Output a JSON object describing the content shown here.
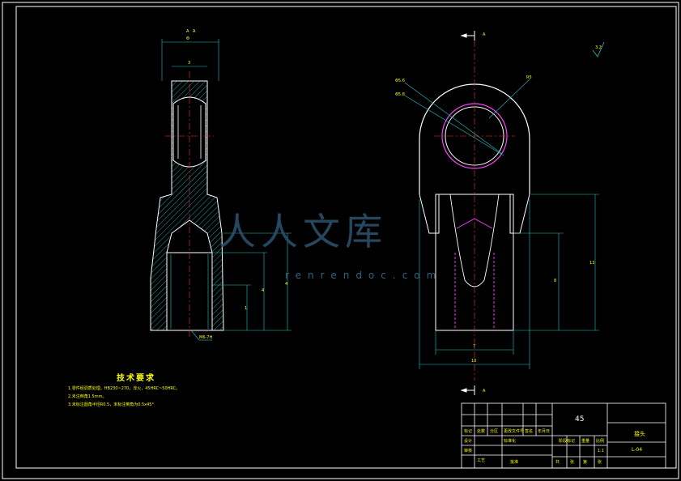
{
  "watermark": {
    "text": "人人文库",
    "url": "renrendoc.com"
  },
  "technical_requirements": {
    "title": "技术要求",
    "items": [
      "1.零件经调质处理，HB230~270，淬火，45HRC~50HRC。",
      "2.未注倒角1.5mm。",
      "3.未标注圆角半径R0.5，未标注倒角为0.5x45°"
    ]
  },
  "section_mark": {
    "letter": "A"
  },
  "roughness_symbol": "3.2",
  "dimensions": {
    "left_top": "Φ",
    "left_inner_top": "3",
    "left_side_a": "4",
    "left_side_b": "4",
    "left_side_c": "1",
    "thread": "M6-7H",
    "right_diam_outer": "Φ5.6",
    "right_diam_inner": "Φ5.8",
    "right_radius": "R5",
    "right_height_total": "13",
    "right_height_part": "8",
    "right_width_inner": "7",
    "right_width_outer": "10"
  },
  "title_block": {
    "material": "45",
    "part_name": "接头",
    "drawing_no": "L-04",
    "ratio": "1:1",
    "cells": [
      "标记",
      "处数",
      "分区",
      "更改文件号",
      "签名",
      "年月日",
      "设计",
      "标准化",
      "阶段标记",
      "重量",
      "比例",
      "审核",
      "工艺",
      "批准",
      "共",
      "张",
      "第",
      "张"
    ]
  }
}
